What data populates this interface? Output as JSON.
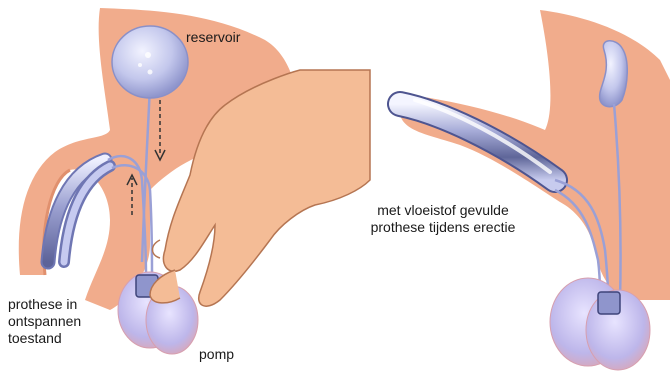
{
  "labels": {
    "reservoir": "reservoir",
    "relaxed_line1": "prothese in",
    "relaxed_line2": "ontspannen",
    "relaxed_line3": "toestand",
    "pump": "pomp",
    "erect_line1": "met vloeistof gevulde",
    "erect_line2": "prothese tijdens erectie"
  },
  "colors": {
    "skin": "#f1ac8c",
    "skin_dark": "#e0906e",
    "hand": "#f4bc96",
    "hand_line": "#b57552",
    "device": "#b8bde6",
    "device_dark": "#6f76b3",
    "cylinder": "#8d93c4",
    "tube": "#aeb3dd",
    "scrotum": "#c9c3ee"
  }
}
